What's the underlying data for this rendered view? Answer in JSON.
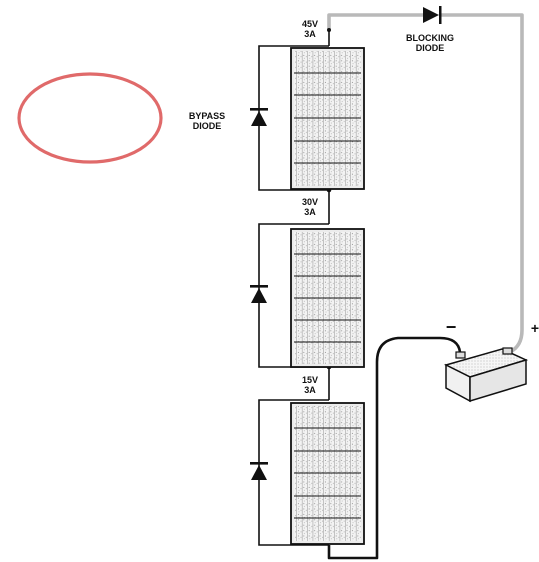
{
  "labels": {
    "top_voltage": "45V",
    "top_current": "3A",
    "mid_voltage": "30V",
    "mid_current": "3A",
    "low_voltage": "15V",
    "low_current": "3A",
    "bypass_line1": "BYPASS",
    "bypass_line2": "DIODE",
    "blocking_line1": "BLOCKING",
    "blocking_line2": "DIODE",
    "battery_negative": "−",
    "battery_positive": "+"
  },
  "colors": {
    "annotation_ellipse": "#e06a6a",
    "positive_wire": "#b9b9b9",
    "negative_wire": "#111111"
  },
  "icons": {
    "panel": "solar-panel-icon",
    "diode": "diode-icon",
    "battery": "battery-icon"
  }
}
